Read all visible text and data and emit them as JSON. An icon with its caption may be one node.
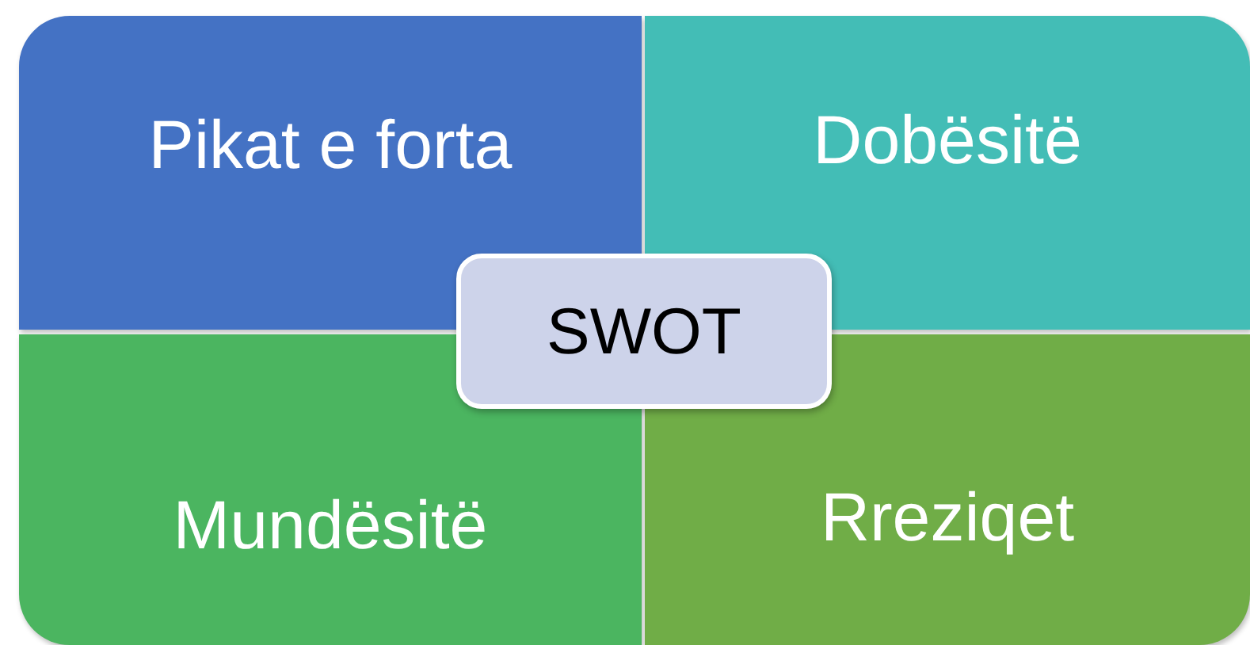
{
  "diagram": {
    "nodes": [
      {
        "text": [
          "Pikat e forta"
        ]
      },
      {
        "text": [
          "Dobësitë"
        ]
      },
      {
        "text": [
          "Mundësitë"
        ]
      },
      {
        "text": [
          "Rreziqet"
        ]
      },
      {
        "text": [
          "SWOT"
        ]
      }
    ]
  }
}
